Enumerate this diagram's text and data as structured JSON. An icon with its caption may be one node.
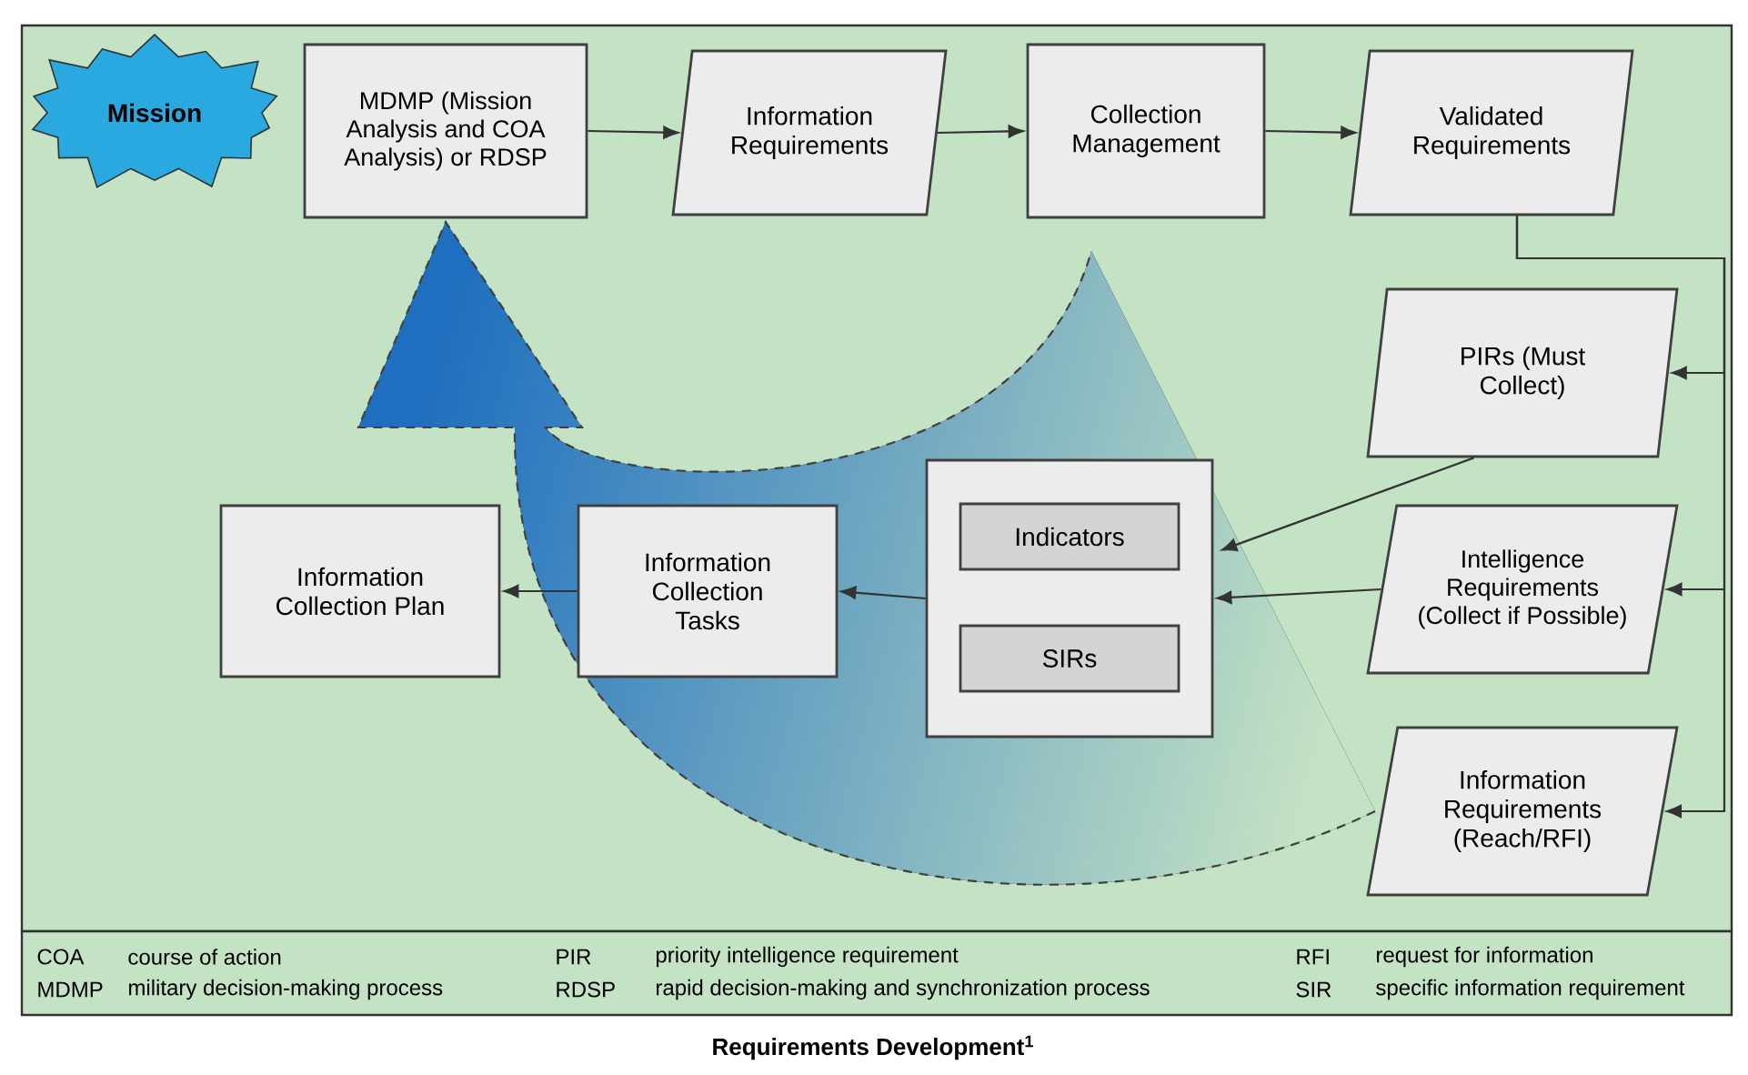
{
  "diagram": {
    "caption": "Requirements Development$^{1}$",
    "nodes": [
      {
        "text": [
          "Mission"
        ]
      },
      {
        "text": [
          "MDMP (Mission Analysis and COA Analysis) or RDSP"
        ]
      },
      {
        "text": [
          "Information Requirements"
        ]
      },
      {
        "text": [
          "Collection Management"
        ]
      },
      {
        "text": [
          "Validated Requirements"
        ]
      },
      {
        "text": [
          "PIRs (Must Collect)"
        ]
      },
      {
        "text": [
          "Information Collection Plan"
        ]
      },
      {
        "text": [
          "Information Collection Tasks"
        ]
      },
      {
        "text": [],
        "shape": "box"
      },
      {
        "text": [
          "Indicators"
        ],
        "in": 8
      },
      {
        "text": [
          "SIRs"
        ],
        "in": 8
      },
      {
        "text": [
          "Intelligence Requirements (Collect if Possible)"
        ]
      },
      {
        "text": [
          "Information Requirements (Reach/RFI)"
        ]
      }
    ],
    "edges": [
      {
        "from": 1,
        "to": 2,
        "arrow": "to"
      },
      {
        "from": 2,
        "to": 3,
        "arrow": "to"
      },
      {
        "from": 3,
        "to": 4,
        "arrow": "to"
      },
      {
        "from": 4,
        "to": 5,
        "arrow": "to"
      },
      {
        "from": 4,
        "to": 11,
        "arrow": "to"
      },
      {
        "from": 4,
        "to": 12,
        "arrow": "to"
      },
      {
        "from": 5,
        "to": 8,
        "arrow": "to"
      },
      {
        "from": 11,
        "to": 8,
        "arrow": "to"
      },
      {
        "from": 8,
        "to": 7,
        "arrow": "to"
      },
      {
        "from": 7,
        "to": 6,
        "arrow": "to"
      }
    ],
    "labels": [
      "COA",
      "course of action",
      "PIR",
      "priority intelligence requirement",
      "RFI",
      "request for information",
      "MDMP",
      "military decision-making process",
      "RDSP",
      "rapid decision-making and synchronization process",
      "SIR",
      "specific information requirement"
    ]
  }
}
